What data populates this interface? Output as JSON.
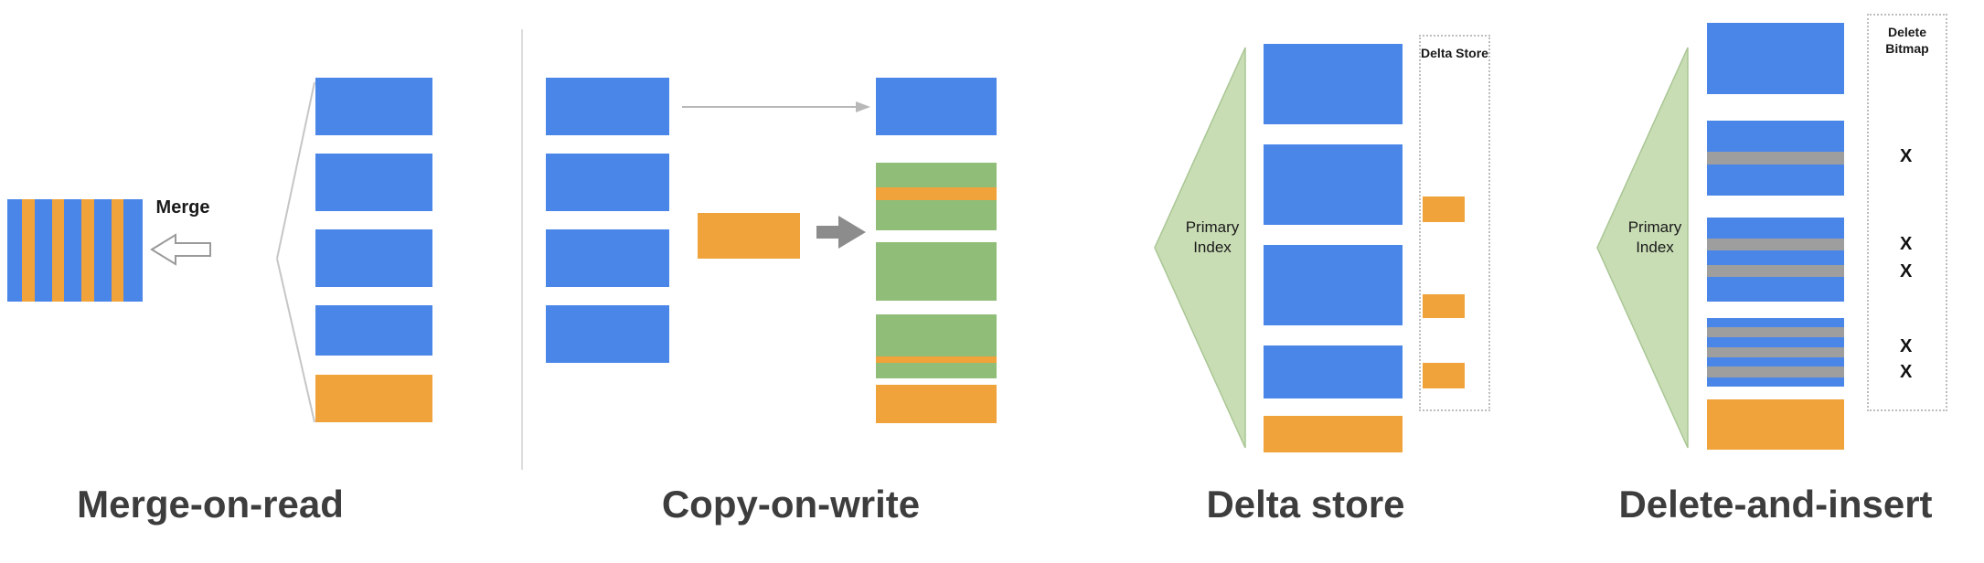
{
  "colors": {
    "blue_block": "#4a86e8",
    "orange_block": "#efa33a",
    "green_block": "#90bd77",
    "triangle_fill": "#c9ddb5",
    "triangle_stroke": "#a9c694",
    "gray_stripe": "#9e9e9e",
    "connector_gray": "#c6c6c6",
    "solid_arrow_gray": "#8c8c8c",
    "title_color": "#3d3d3d"
  },
  "panels": {
    "merge_on_read": {
      "title": "Merge-on-read",
      "merge_label": "Merge"
    },
    "copy_on_write": {
      "title": "Copy-on-write"
    },
    "delta_store": {
      "title": "Delta store",
      "primary_index_label": "Primary Index",
      "delta_store_label": "Delta Store"
    },
    "delete_and_insert": {
      "title": "Delete-and-insert",
      "primary_index_label": "Primary Index",
      "delete_bitmap_label": "Delete Bitmap",
      "x_marks": [
        "X",
        "X",
        "X",
        "X",
        "X"
      ]
    }
  }
}
